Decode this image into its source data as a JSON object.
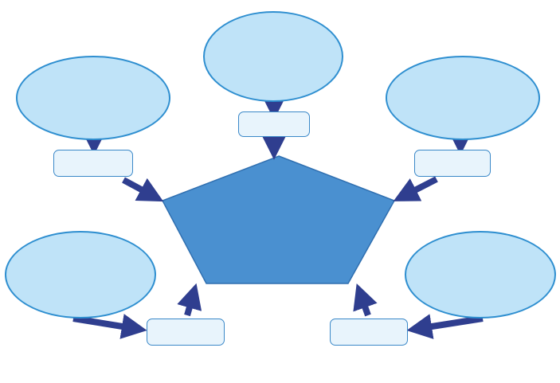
{
  "center": {
    "title": ""
  },
  "nodes": [
    {
      "id": "top",
      "label": "",
      "tag": ""
    },
    {
      "id": "top-left",
      "label": "",
      "tag": ""
    },
    {
      "id": "top-right",
      "label": "",
      "tag": ""
    },
    {
      "id": "bottom-left",
      "label": "",
      "tag": ""
    },
    {
      "id": "bottom-right",
      "label": "",
      "tag": ""
    }
  ],
  "caption": "",
  "colors": {
    "pentagon": "#4a90d0",
    "ellipse_fill": "#bfe3f8",
    "ellipse_border": "#2f8fd0",
    "arrow": "#2f3e8f",
    "tag_fill": "#e8f4fc"
  }
}
